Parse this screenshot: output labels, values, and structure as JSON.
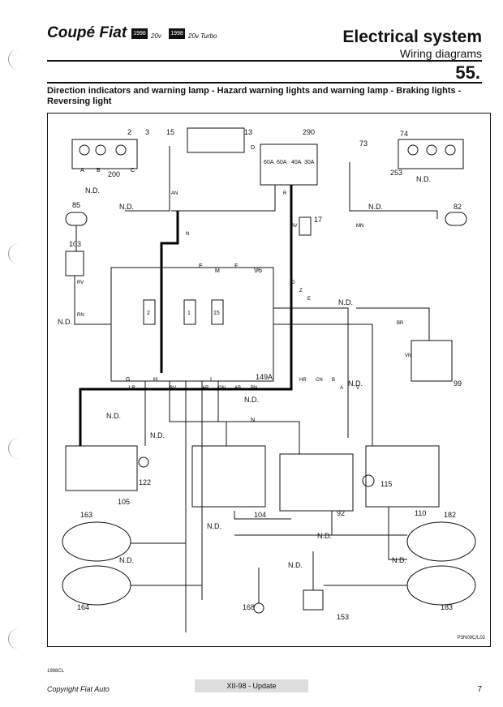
{
  "header": {
    "brand": "Coupé Fiat",
    "badge1": "1998",
    "variant1": "20v",
    "badge2": "1998",
    "variant2": "20v Turbo",
    "title": "Electrical system",
    "subtitle": "Wiring diagrams",
    "section": "55."
  },
  "caption": "Direction indicators and warning lamp - Hazard warning lights and warning lamp - Braking lights - Reversing light",
  "diagram": {
    "components": [
      "2",
      "3",
      "15",
      "13",
      "290",
      "73",
      "74",
      "200",
      "253",
      "85",
      "82",
      "17",
      "103",
      "96",
      "149A",
      "99",
      "105",
      "122",
      "104",
      "92",
      "110",
      "115",
      "163",
      "164",
      "182",
      "183",
      "168",
      "153"
    ],
    "nd_labels": [
      "N.D.",
      "N.D.",
      "N.D.",
      "N.D.",
      "N.D.",
      "N.D.",
      "N.D.",
      "N.D.",
      "N.D.",
      "N.D.",
      "N.D.",
      "N.D.",
      "N.D.",
      "N.D.",
      "N.D."
    ],
    "connectors": [
      "A",
      "B",
      "C",
      "D",
      "E",
      "F",
      "G",
      "H",
      "I",
      "M",
      "N"
    ],
    "fuses": [
      "60A",
      "60A",
      "40A",
      "30A"
    ],
    "relay_labels": [
      "2",
      "1",
      "15"
    ],
    "wire_codes": [
      "AN",
      "N",
      "R",
      "RV",
      "RN",
      "LR",
      "BV",
      "AR",
      "GN",
      "AB",
      "BN",
      "AV",
      "MN",
      "BR",
      "VN",
      "HR",
      "CN",
      "B",
      "A",
      "V",
      "G",
      "Z",
      "E"
    ]
  },
  "footer": {
    "drawing_ref": "P3N09C/L02",
    "small_code": "1998CL",
    "copyright": "Copyright Fiat Auto",
    "update": "XII-98 - Update",
    "page": "7"
  }
}
